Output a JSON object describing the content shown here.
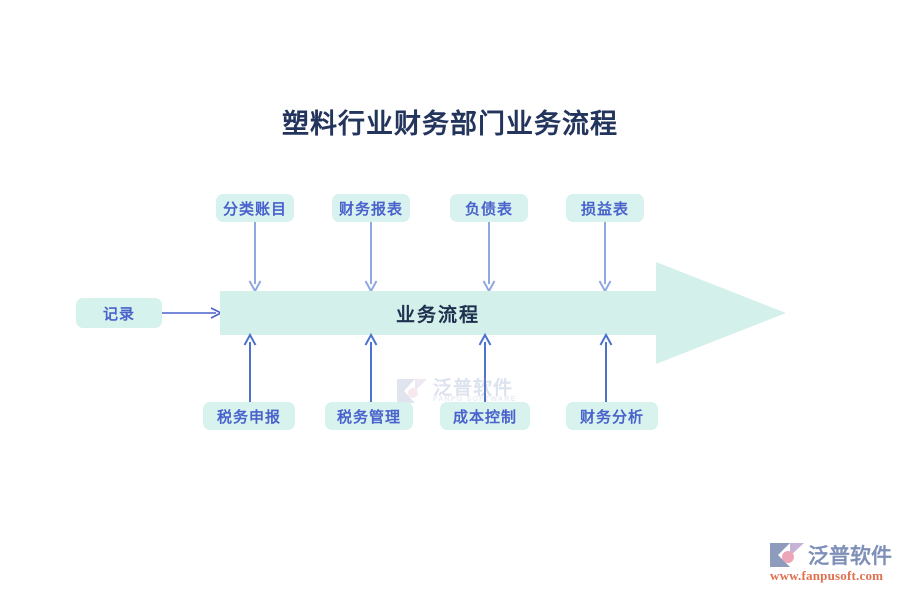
{
  "title": "塑料行业财务部门业务流程",
  "colors": {
    "title_text": "#23355c",
    "node_fill": "#d8f2ee",
    "node_text": "#4a62cc",
    "main_arrow_fill": "#d3f0ea",
    "main_arrow_text": "#20304f",
    "down_arrow": "#8fa8e0",
    "up_arrow": "#4d72cc",
    "feed_arrow": "#4a62cc",
    "brand_text": "#7e8fb8",
    "brand_url": "#e0704e"
  },
  "start_node": {
    "label": "记录",
    "icon": "rounded-rect-node"
  },
  "main_process": {
    "label": "业务流程",
    "icon": "right-arrow-banner"
  },
  "top_nodes": [
    {
      "label": "分类账目"
    },
    {
      "label": "财务报表"
    },
    {
      "label": "负债表"
    },
    {
      "label": "损益表"
    }
  ],
  "bottom_nodes": [
    {
      "label": "税务申报"
    },
    {
      "label": "税务管理"
    },
    {
      "label": "成本控制"
    },
    {
      "label": "财务分析"
    }
  ],
  "watermark": {
    "text": "泛普软件",
    "subtext": "FANPU SOFTWARE",
    "icon": "fanpu-logo-icon"
  },
  "brand": {
    "name": "泛普软件",
    "url": "www.fanpusoft.com",
    "icon": "fanpu-logo-icon"
  }
}
